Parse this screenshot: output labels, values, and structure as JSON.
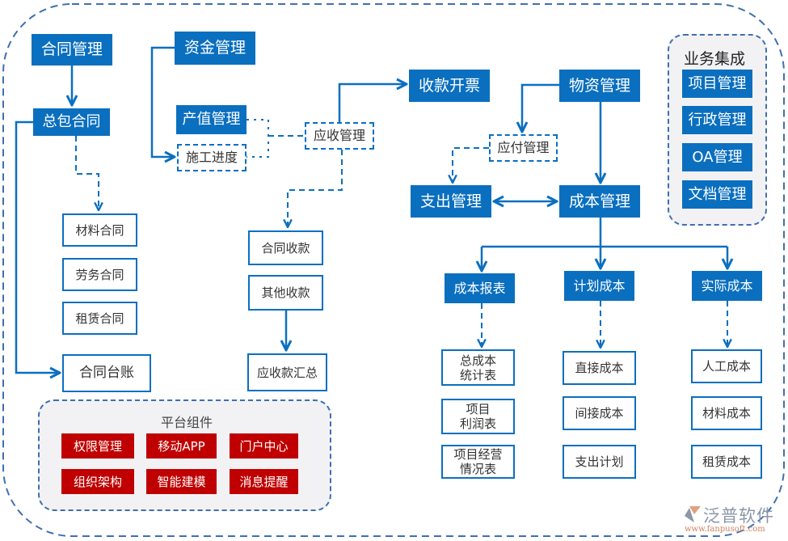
{
  "colors": {
    "primary": "#0b6fbf",
    "platform": "#c00000",
    "border": "#3f6fb0"
  },
  "contract": {
    "main": "合同管理",
    "general": "总包合同",
    "material": "材料合同",
    "labor": "劳务合同",
    "lease": "租赁合同",
    "ledger": "合同台账"
  },
  "funds": {
    "main": "资金管理",
    "output_value": "产值管理",
    "progress": "施工进度",
    "receivable": "应收管理",
    "invoice": "收款开票",
    "contract_receipt": "合同收款",
    "other_receipt": "其他收款",
    "receivable_summary": "应收款汇总"
  },
  "materials": {
    "main": "物资管理",
    "payable": "应付管理",
    "expense": "支出管理",
    "cost": "成本管理"
  },
  "cost": {
    "report": "成本报表",
    "plan": "计划成本",
    "actual": "实际成本",
    "report_items": [
      "总成本\n统计表",
      "项目\n利润表",
      "项目经营\n情况表"
    ],
    "plan_items": [
      "直接成本",
      "间接成本",
      "支出计划"
    ],
    "actual_items": [
      "人工成本",
      "材料成本",
      "租赁成本"
    ]
  },
  "integration": {
    "title": "业务集成",
    "items": [
      "项目管理",
      "行政管理",
      "OA管理",
      "文档管理"
    ]
  },
  "platform": {
    "title": "平台组件",
    "items": [
      "权限管理",
      "移动APP",
      "门户中心",
      "组织架构",
      "智能建模",
      "消息提醒"
    ]
  },
  "logo": {
    "name": "泛普软件",
    "url": "www.fanpusoft.com"
  }
}
